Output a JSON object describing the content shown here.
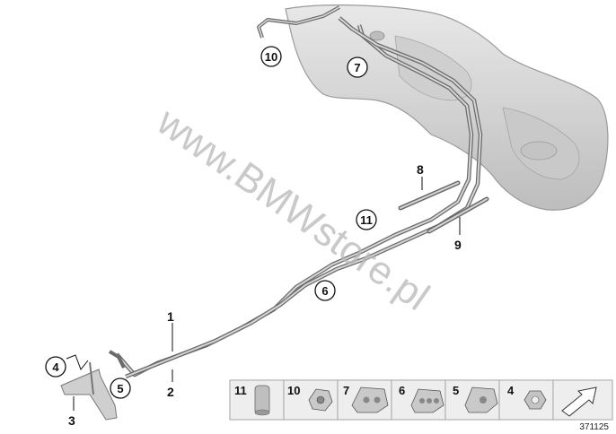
{
  "diagram": {
    "watermark": "www.BMWstore.pl",
    "reference_number": "371125",
    "callouts": {
      "c1": "1",
      "c2": "2",
      "c3": "3",
      "c4": "4",
      "c5": "5",
      "c6": "6",
      "c7": "7",
      "c8": "8",
      "c9": "9",
      "c10": "10",
      "c11": "11"
    },
    "legend": [
      {
        "label": "11",
        "icon": "hose-piece-icon"
      },
      {
        "label": "10",
        "icon": "pipe-clip-icon"
      },
      {
        "label": "7",
        "icon": "double-clip-icon"
      },
      {
        "label": "6",
        "icon": "triple-clip-icon"
      },
      {
        "label": "5",
        "icon": "single-clip-icon"
      },
      {
        "label": "4",
        "icon": "hex-nut-icon"
      },
      {
        "label": "",
        "icon": "arrow-icon"
      }
    ],
    "colors": {
      "pipe_stroke": "#6a6a6a",
      "pipe_fill": "#d6d6d6",
      "tank_fill": "#dcdcdc",
      "legend_bg": "#eeeeee"
    }
  }
}
